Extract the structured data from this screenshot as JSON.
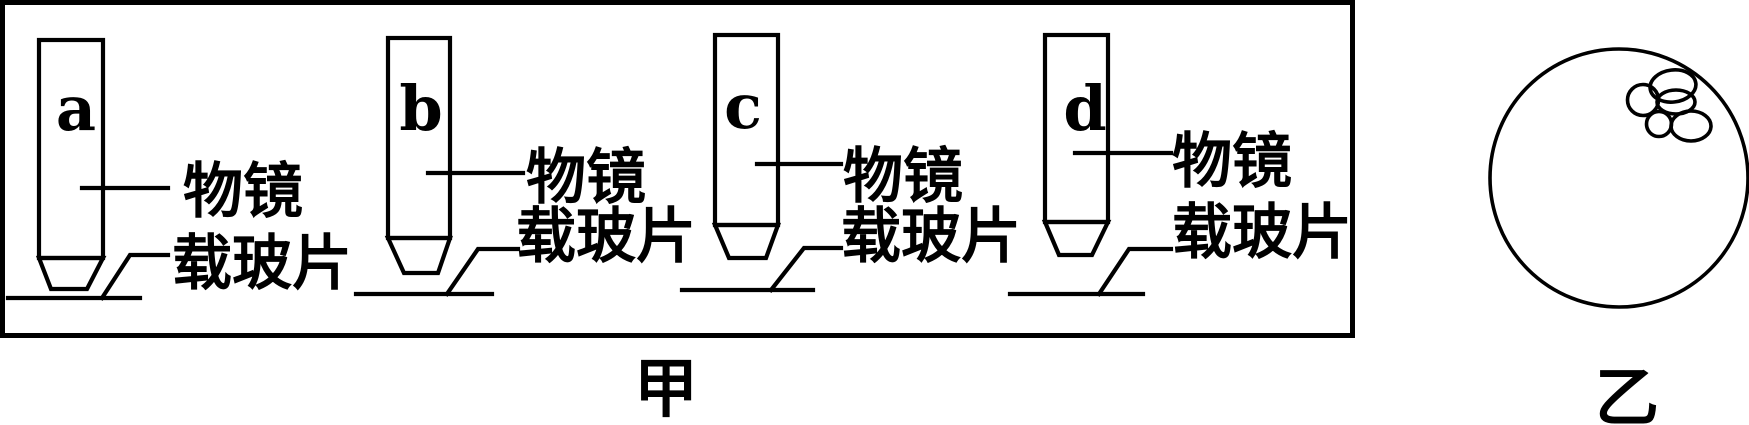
{
  "figure": {
    "background": "#ffffff",
    "line_color": "#000000",
    "panel_jia": {
      "caption": "甲",
      "description_labels": [
        "物镜",
        "载玻片"
      ],
      "objectives": [
        {
          "letter": "a",
          "lens_label": "物镜",
          "slide_label": "载玻片"
        },
        {
          "letter": "b",
          "lens_label": "物镜",
          "slide_label": "载玻片"
        },
        {
          "letter": "c",
          "lens_label": "物镜",
          "slide_label": "载玻片"
        },
        {
          "letter": "d",
          "lens_label": "物镜",
          "slide_label": "载玻片"
        }
      ]
    },
    "panel_yi": {
      "caption": "乙",
      "cells_count": 5,
      "cells_position": "top-right"
    }
  }
}
